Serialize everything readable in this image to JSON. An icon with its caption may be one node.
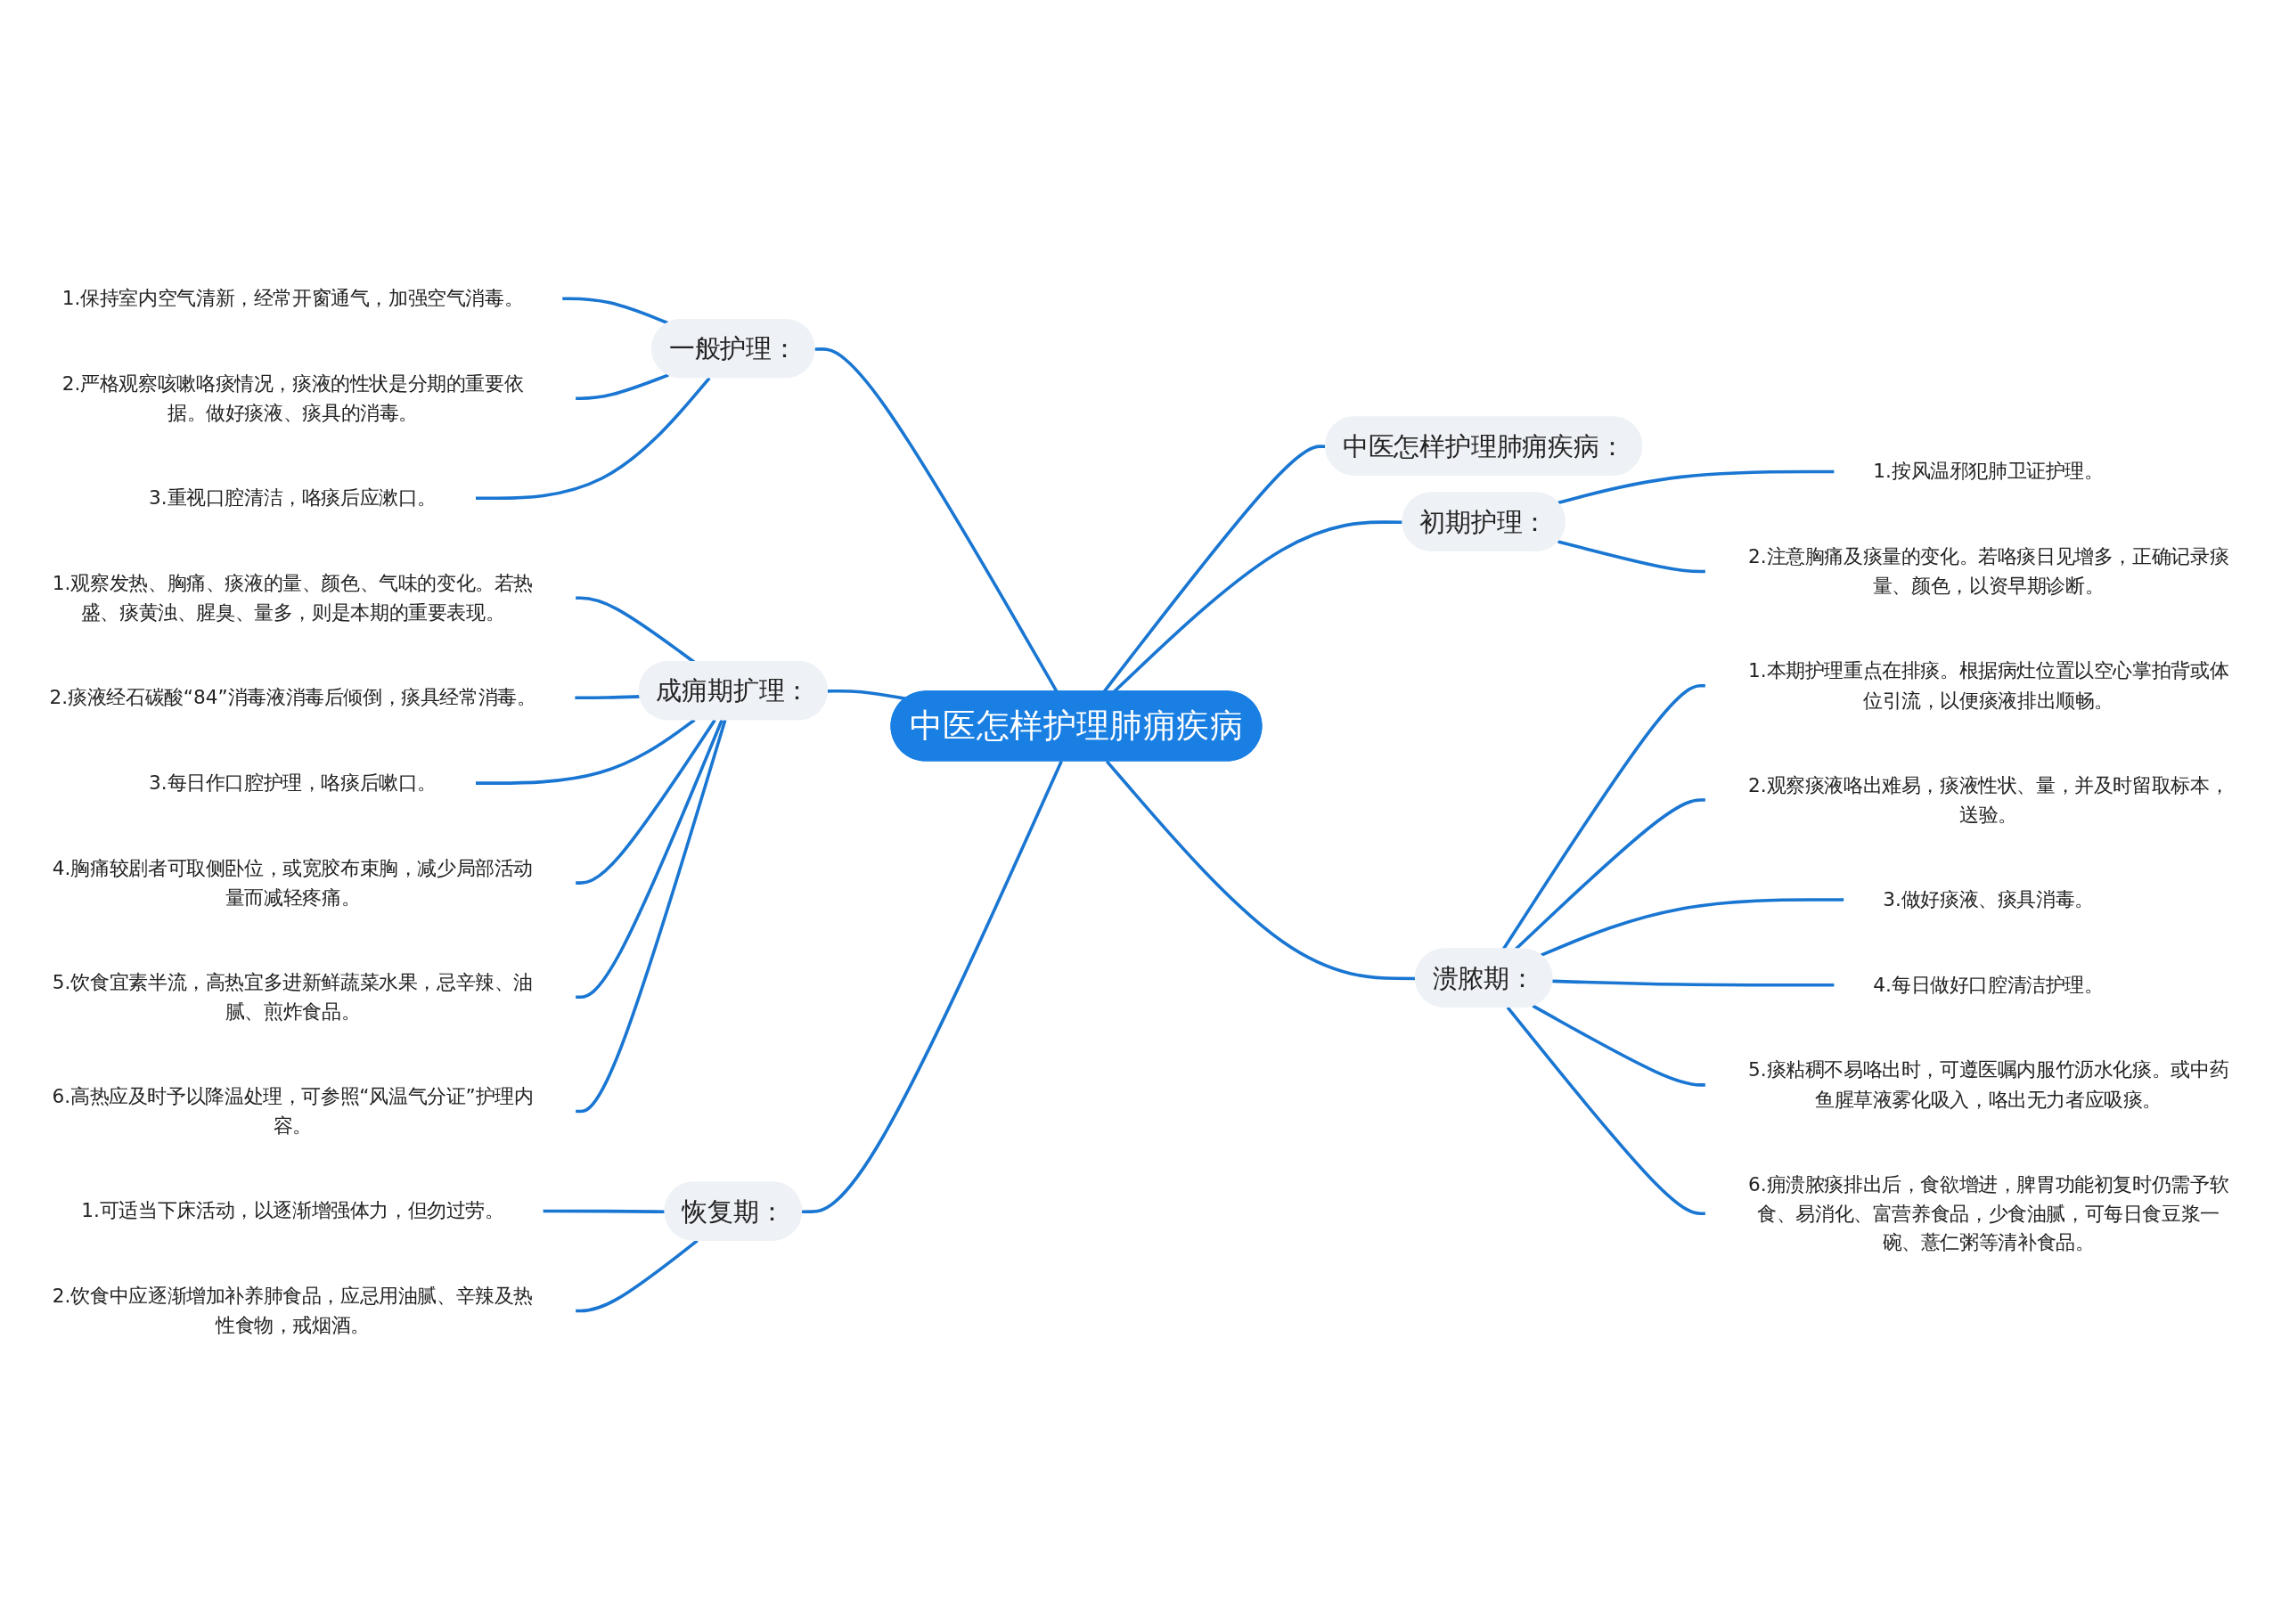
{
  "diagram": {
    "nodes": [
      {
        "text": [
          "中医怎样护理肺痈疾病"
        ]
      },
      {
        "text": [
          "一般护理："
        ]
      },
      {
        "text": [
          "1.保持室内空气清新，经常开窗通气，加强空气消毒。"
        ]
      },
      {
        "text": [
          "2.严格观察咳嗽咯痰情况，痰液的性状是分期的重要依据。做好痰液、痰具的消毒。"
        ]
      },
      {
        "text": [
          "3.重视口腔清洁，咯痰后应漱口。"
        ]
      },
      {
        "text": [
          "成痈期扩理："
        ]
      },
      {
        "text": [
          "1.观察发热、胸痛、痰液的量、颜色、气味的变化。若热盛、痰黄浊、腥臭、量多，则是本期的重要表现。"
        ]
      },
      {
        "text": [
          "2.痰液经石碳酸“84”消毒液消毒后倾倒，痰具经常消毒。"
        ]
      },
      {
        "text": [
          "3.每日作口腔护理，咯痰后嗽口。"
        ]
      },
      {
        "text": [
          "4.胸痛较剧者可取侧卧位，或宽胶布束胸，减少局部活动量而减轻疼痛。"
        ]
      },
      {
        "text": [
          "5.饮食宜素半流，高热宜多进新鲜蔬菜水果，忌辛辣、油腻、煎炸食品。"
        ]
      },
      {
        "text": [
          "6.高热应及时予以降温处理，可参照“风温气分证”护理内容。"
        ]
      },
      {
        "text": [
          "恢复期："
        ]
      },
      {
        "text": [
          "1.可适当下床活动，以逐渐增强体力，但勿过劳。"
        ]
      },
      {
        "text": [
          "2.饮食中应逐渐增加补养肺食品，应忌用油腻、辛辣及热性食物，戒烟酒。"
        ]
      },
      {
        "text": [
          "中医怎样护理肺痈疾病："
        ]
      },
      {
        "text": [
          "初期护理："
        ]
      },
      {
        "text": [
          "1.按风温邪犯肺卫证护理。"
        ]
      },
      {
        "text": [
          "2.注意胸痛及痰量的变化。若咯痰日见增多，正确记录痰量、颜色，以资早期诊断。"
        ]
      },
      {
        "text": [
          "溃脓期："
        ]
      },
      {
        "text": [
          "1.本期护理重点在排痰。根据病灶位置以空心掌拍背或体位引流，以便痰液排出顺畅。"
        ]
      },
      {
        "text": [
          "2.观察痰液咯出难易，痰液性状、量，并及时留取标本，送验。"
        ]
      },
      {
        "text": [
          "3.做好痰液、痰具消毒。"
        ]
      },
      {
        "text": [
          "4.每日做好口腔清洁护理。"
        ]
      },
      {
        "text": [
          "5.痰粘稠不易咯出时，可遵医嘱内服竹沥水化痰。或中药鱼腥草液雾化吸入，咯出无力者应吸痰。"
        ]
      },
      {
        "text": [
          "6.痈溃脓痰排出后，食欲增进，脾胃功能初复时仍需予软食、易消化、富营养食品，少食油腻，可每日食豆浆一碗、薏仁粥等清补食品。"
        ]
      }
    ],
    "edges": [
      {
        "from": 0,
        "to": 1,
        "arrow": "none"
      },
      {
        "from": 1,
        "to": 2,
        "arrow": "none"
      },
      {
        "from": 1,
        "to": 3,
        "arrow": "none"
      },
      {
        "from": 1,
        "to": 4,
        "arrow": "none"
      },
      {
        "from": 0,
        "to": 5,
        "arrow": "none"
      },
      {
        "from": 5,
        "to": 6,
        "arrow": "none"
      },
      {
        "from": 5,
        "to": 7,
        "arrow": "none"
      },
      {
        "from": 5,
        "to": 8,
        "arrow": "none"
      },
      {
        "from": 5,
        "to": 9,
        "arrow": "none"
      },
      {
        "from": 5,
        "to": 10,
        "arrow": "none"
      },
      {
        "from": 5,
        "to": 11,
        "arrow": "none"
      },
      {
        "from": 0,
        "to": 12,
        "arrow": "none"
      },
      {
        "from": 12,
        "to": 13,
        "arrow": "none"
      },
      {
        "from": 12,
        "to": 14,
        "arrow": "none"
      },
      {
        "from": 0,
        "to": 15,
        "arrow": "none"
      },
      {
        "from": 0,
        "to": 16,
        "arrow": "none"
      },
      {
        "from": 16,
        "to": 17,
        "arrow": "none"
      },
      {
        "from": 16,
        "to": 18,
        "arrow": "none"
      },
      {
        "from": 0,
        "to": 19,
        "arrow": "none"
      },
      {
        "from": 19,
        "to": 20,
        "arrow": "none"
      },
      {
        "from": 19,
        "to": 21,
        "arrow": "none"
      },
      {
        "from": 19,
        "to": 22,
        "arrow": "none"
      },
      {
        "from": 19,
        "to": 23,
        "arrow": "none"
      },
      {
        "from": 19,
        "to": 24,
        "arrow": "none"
      },
      {
        "from": 19,
        "to": 25,
        "arrow": "none"
      }
    ]
  }
}
